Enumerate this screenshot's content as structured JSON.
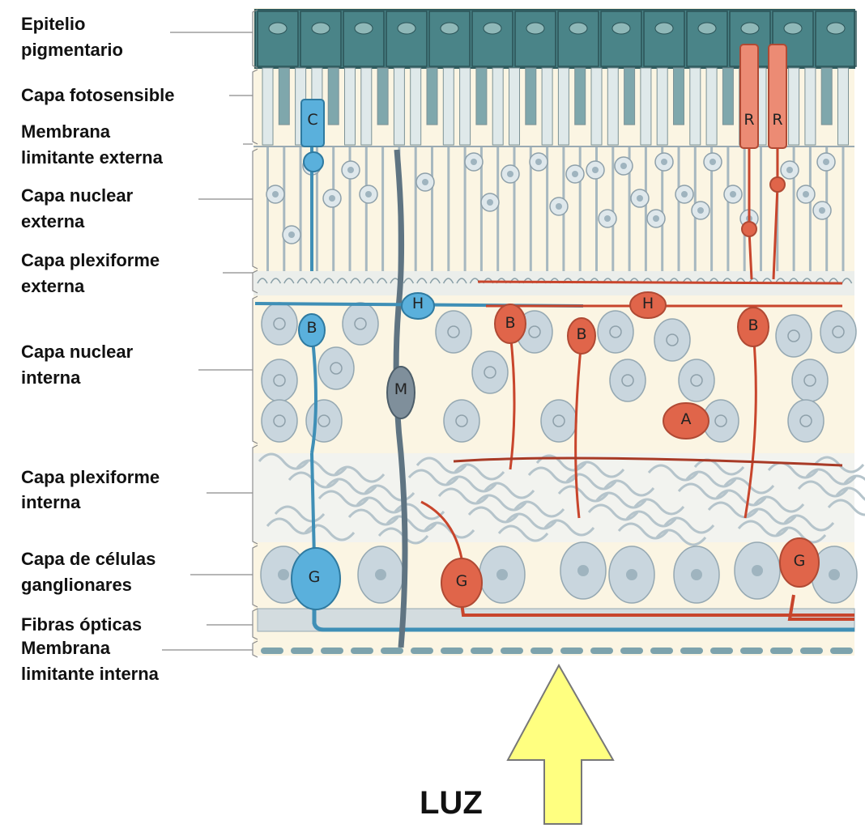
{
  "layers": {
    "epitelio": "Epitelio\npigmentario",
    "fotosensible": "Capa fotosensible",
    "limitante_externa": "Membrana\nlimitante externa",
    "nuclear_externa": "Capa nuclear\nexterna",
    "plexiforme_externa": "Capa plexiforme\nexterna",
    "nuclear_interna": "Capa nuclear\ninterna",
    "plexiforme_interna": "Capa plexiforme\ninterna",
    "ganglionares": "Capa de células\nganglionares",
    "fibras": "Fibras ópticas",
    "limitante_interna": "Membrana\nlimitante interna"
  },
  "arrow_label": "LUZ",
  "cell_labels": {
    "cone": "C",
    "rod": "R",
    "horizontal": "H",
    "bipolar": "B",
    "muller": "M",
    "amacrine": "A",
    "ganglion": "G"
  },
  "colors": {
    "pigment": "#4a8488",
    "background": "#fbf5e3",
    "blue_cell": "#5ab0dc",
    "red_cell": "#e0654a",
    "grey_cell": "#c9d6de",
    "muller": "#5f7482",
    "arrow_fill": "#ffff80",
    "arrow_stroke": "#777777"
  }
}
